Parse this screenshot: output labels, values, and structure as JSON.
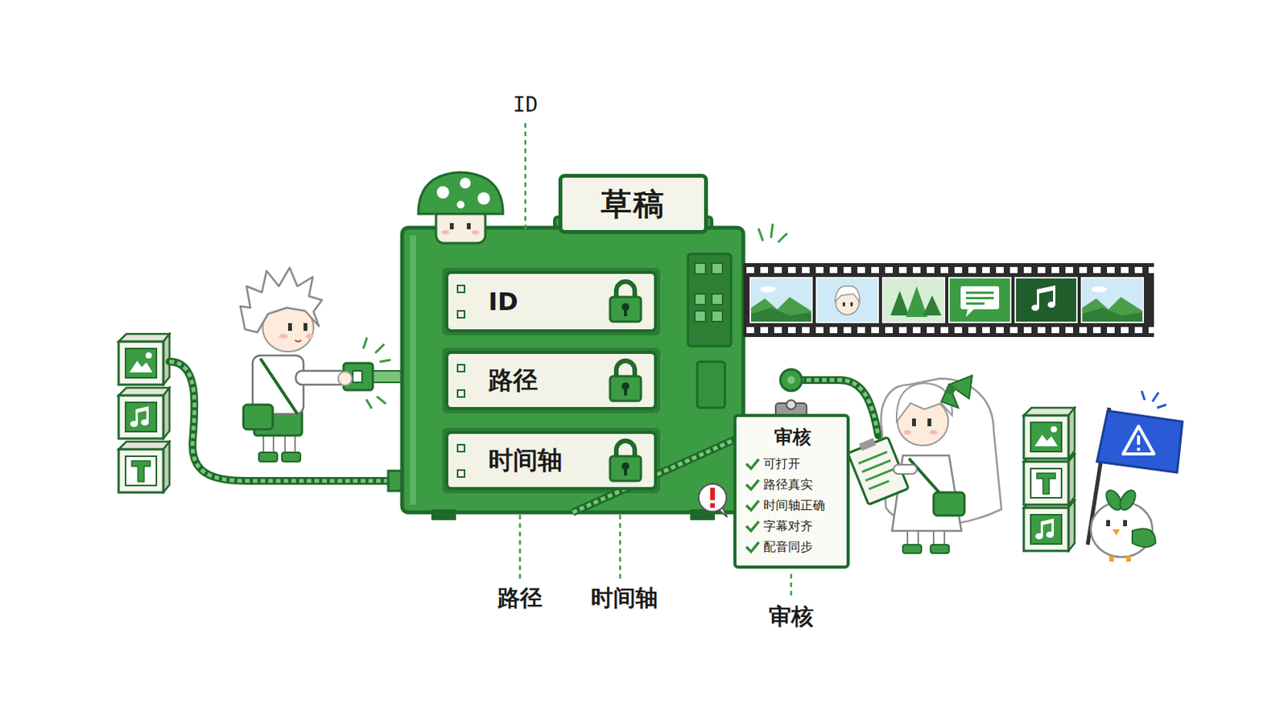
{
  "diagram": {
    "nodes": [
      {
        "text": [
          "草稿"
        ]
      },
      {
        "text": [
          "ID"
        ],
        "in": 0
      },
      {
        "text": [
          "路径"
        ],
        "in": 0
      },
      {
        "text": [
          "时间轴"
        ],
        "in": 0
      },
      {
        "text": [
          "审核",
          "可打开",
          "路径真实",
          "时间轴正确",
          "字幕对齐",
          "配音同步"
        ]
      }
    ],
    "edges": [
      {
        "from": 0,
        "to": 4,
        "arrow": "none"
      }
    ],
    "labels": [
      "ID",
      "路径",
      "时间轴",
      "审核"
    ]
  }
}
